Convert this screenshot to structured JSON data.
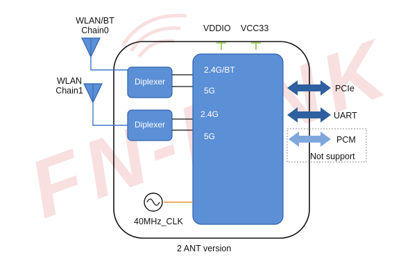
{
  "watermark": {
    "text": "FN-LINK",
    "color": "#f3c6c8"
  },
  "colors": {
    "block_fill": "#5b8fd6",
    "block_stroke": "#2f63ad",
    "arrow_dark": "#2e5f9e",
    "arrow_light": "#7fa7dc",
    "vcc_pin": "#8cc63f",
    "clk_line": "#e8913a",
    "antenna_line": "#3f77c4"
  },
  "antennas": [
    {
      "label_line1": "WLAN/BT",
      "label_line2": "Chain0",
      "icon": "antenna-icon"
    },
    {
      "label_line1": "WLAN",
      "label_line2": "Chain1",
      "icon": "antenna-icon"
    }
  ],
  "diplexers": [
    {
      "label": "Diplexer"
    },
    {
      "label": "Diplexer"
    }
  ],
  "chip": {
    "ports": [
      "2.4G/BT",
      "5G",
      "2.4G",
      "5G"
    ]
  },
  "power_pins": [
    "VDDIO",
    "VCC33"
  ],
  "interfaces": [
    {
      "label": "PCIe",
      "supported": true
    },
    {
      "label": "UART",
      "supported": true
    },
    {
      "label": "PCM",
      "supported": false,
      "note": "Not support"
    }
  ],
  "clock": {
    "label": "40MHz_CLK",
    "icon": "oscillator-icon"
  },
  "caption": "2 ANT version"
}
